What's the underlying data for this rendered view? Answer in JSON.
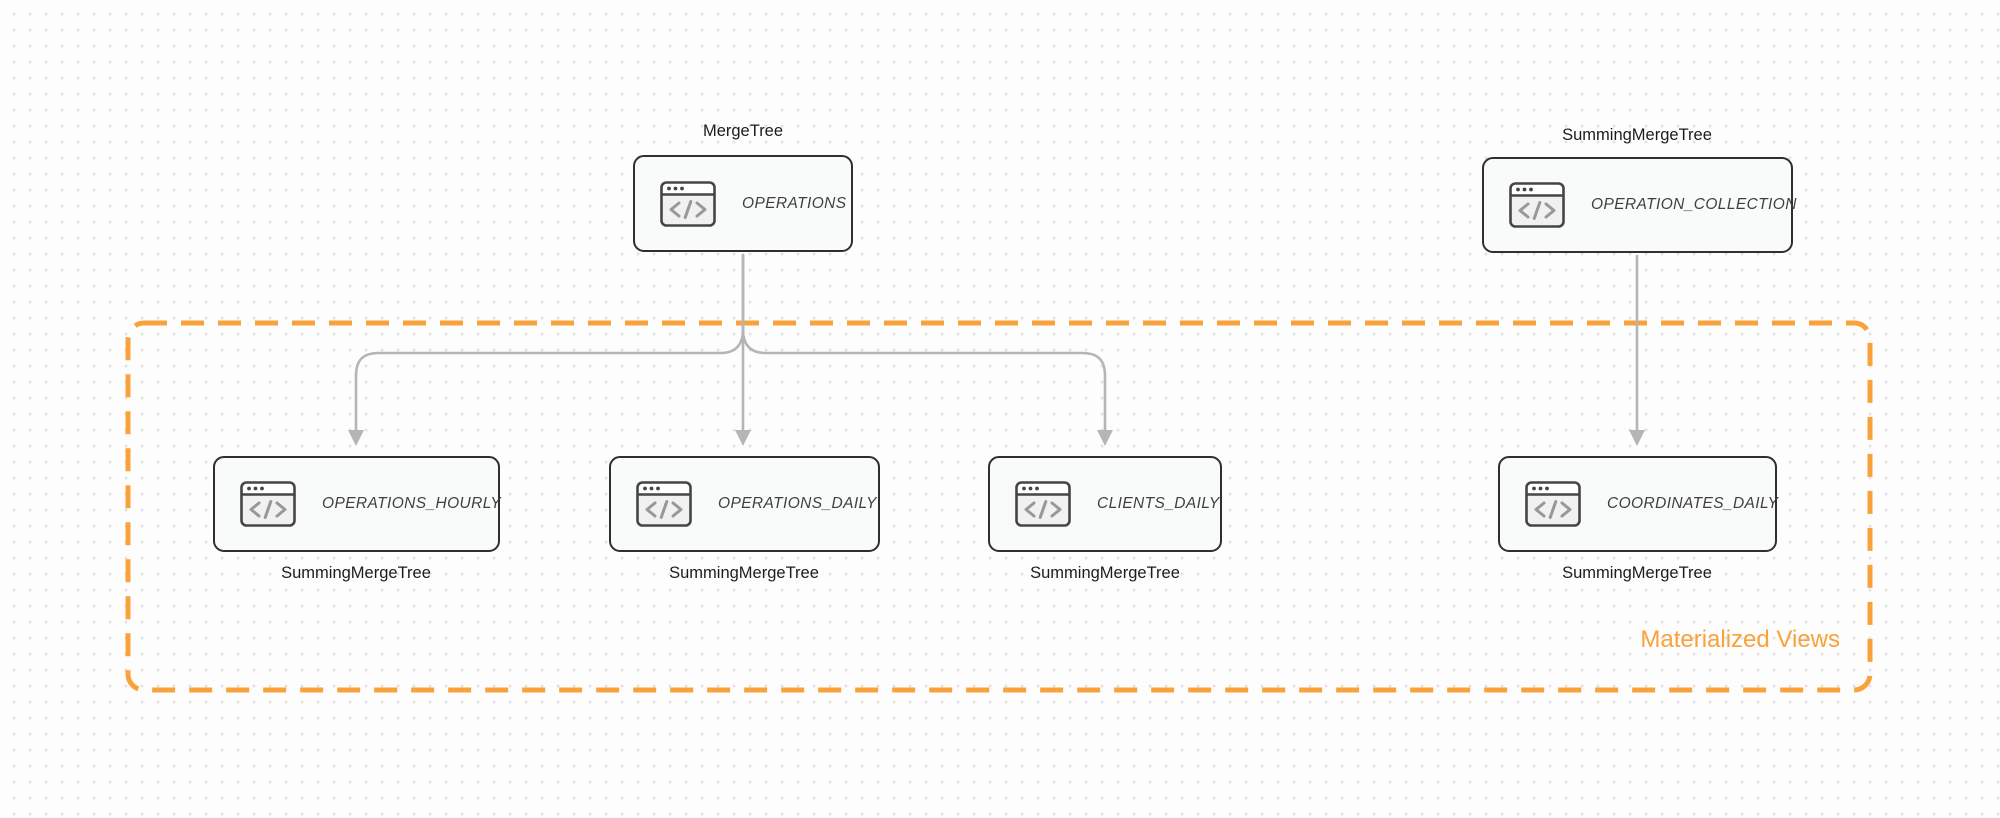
{
  "diagram": {
    "group_box": {
      "label": "Materialized Views",
      "color": "#F9A23B",
      "border_style": "dashed"
    },
    "nodes": [
      {
        "title": "OPERATIONS",
        "engine": "MergeTree",
        "engine_position": "above",
        "icon": "code-window-icon"
      },
      {
        "title": "OPERATION_COLLECTION",
        "engine": "SummingMergeTree",
        "engine_position": "above",
        "icon": "code-window-icon"
      },
      {
        "title": "OPERATIONS_HOURLY",
        "engine": "SummingMergeTree",
        "engine_position": "below",
        "icon": "code-window-icon"
      },
      {
        "title": "OPERATIONS_DAILY",
        "engine": "SummingMergeTree",
        "engine_position": "below",
        "icon": "code-window-icon"
      },
      {
        "title": "CLIENTS_DAILY",
        "engine": "SummingMergeTree",
        "engine_position": "below",
        "icon": "code-window-icon"
      },
      {
        "title": "COORDINATES_DAILY",
        "engine": "SummingMergeTree",
        "engine_position": "below",
        "icon": "code-window-icon"
      }
    ],
    "edges": [
      {
        "from": "OPERATIONS",
        "to": "OPERATIONS_HOURLY"
      },
      {
        "from": "OPERATIONS",
        "to": "OPERATIONS_DAILY"
      },
      {
        "from": "OPERATIONS",
        "to": "CLIENTS_DAILY"
      },
      {
        "from": "OPERATION_COLLECTION",
        "to": "COORDINATES_DAILY"
      }
    ],
    "colors": {
      "node_border": "#2F2F31",
      "node_fill": "#F9FAFA",
      "edge": "#B5B5B6",
      "title_text": "#3F3F41",
      "engine_text": "#1C1C1E",
      "dot_grid": "#E3E3E6"
    }
  }
}
